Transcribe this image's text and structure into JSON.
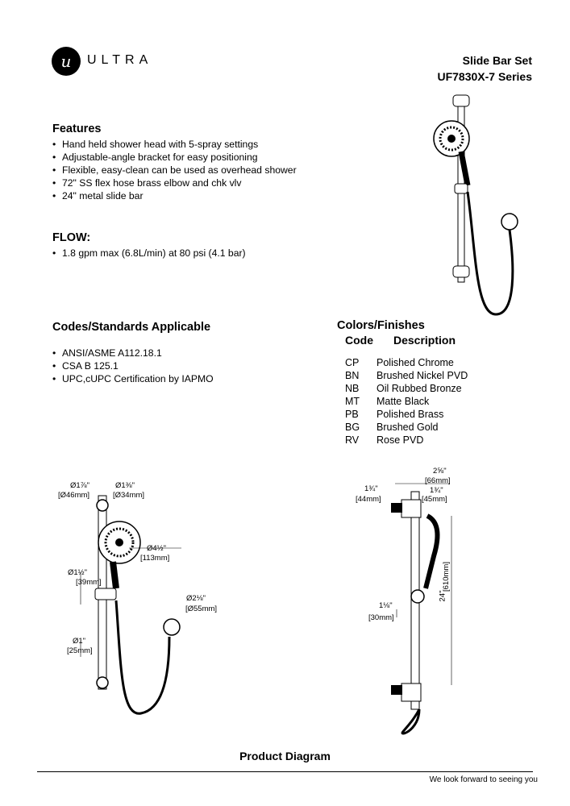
{
  "brand": {
    "mark": "u",
    "name": "ULTRA"
  },
  "header": {
    "title": "Slide Bar Set",
    "series": "UF7830X-7 Series"
  },
  "features": {
    "heading": "Features",
    "items": [
      "Hand held shower head with 5-spray settings",
      "Adjustable-angle bracket for easy positioning",
      "Flexible, easy-clean can be used as overhead shower",
      "72\" SS flex hose brass elbow and chk vlv",
      "24\" metal slide bar"
    ]
  },
  "flow": {
    "heading": "FLOW:",
    "items": [
      "1.8 gpm max (6.8L/min) at 80 psi (4.1 bar)"
    ]
  },
  "codes": {
    "heading": "Codes/Standards Applicable",
    "items": [
      "ANSI/ASME A112.18.1",
      "CSA B 125.1",
      "UPC,cUPC Certification by IAPMO"
    ]
  },
  "finishes": {
    "heading": "Colors/Finishes",
    "col_code": "Code",
    "col_desc": "Description",
    "rows": [
      {
        "code": "CP",
        "desc": "Polished Chrome"
      },
      {
        "code": "BN",
        "desc": "Brushed Nickel PVD"
      },
      {
        "code": "NB",
        "desc": "Oil Rubbed Bronze"
      },
      {
        "code": "MT",
        "desc": "Matte Black"
      },
      {
        "code": "PB",
        "desc": "Polished Brass"
      },
      {
        "code": "BG",
        "desc": "Brushed Gold"
      },
      {
        "code": "RV",
        "desc": "Rose PVD"
      }
    ]
  },
  "diagram": {
    "left": {
      "d1": "Ø1⅞\"",
      "d1mm": "[Ø46mm]",
      "d2": "Ø1⅜\"",
      "d2mm": "[Ø34mm]",
      "d3": "Ø4½\"",
      "d3mm": "[113mm]",
      "d4": "Ø1½\"",
      "d4mm": "[39mm]",
      "d5": "Ø2⅛\"",
      "d5mm": "[Ø55mm]",
      "d6": "Ø1\"",
      "d6mm": "[25mm]"
    },
    "right": {
      "w1": "2⅝\"",
      "w1mm": "[66mm]",
      "w2": "1¾\"",
      "w2mm": "[44mm]",
      "w3": "1¾\"",
      "w3mm": "[45mm]",
      "h": "24\"",
      "hmm": "[610mm]",
      "w4": "1⅛\"",
      "w4mm": "[30mm]"
    }
  },
  "product_diagram_label": "Product Diagram",
  "footer": "We look forward to seeing you"
}
